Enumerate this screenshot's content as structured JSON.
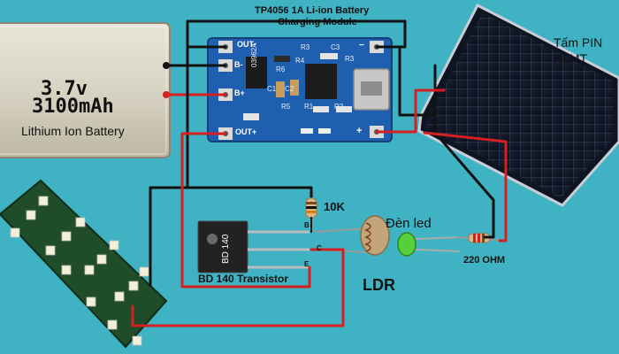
{
  "module_title_line1": "TP4056 1A Li-ion Battery",
  "module_title_line2": "Charging Module",
  "battery": {
    "capacity_line1": "3.7v",
    "capacity_line2": "3100mAh",
    "type_label": "Lithium Ion Battery"
  },
  "module_pins": {
    "out_minus_top": "OUT-",
    "b_minus": "B-",
    "b_plus": "B+",
    "out_plus": "OUT+",
    "minus_right": "−",
    "plus_right": "+"
  },
  "module_silk": {
    "r3_left": "R3",
    "c3": "C3",
    "r3_right": "R3",
    "chip_marking": "03962A",
    "r4": "R4",
    "r6": "R6",
    "c1": "C1",
    "c2": "C2",
    "r5": "R5",
    "r1": "R1",
    "r2": "R2"
  },
  "solar_panel_label_line1": "Tấm PIN",
  "solar_panel_label_line2": "NLMT",
  "resistor_10k_label": "10K",
  "led_label": "Đèn led",
  "led_resistor_label": "220 OHM",
  "ldr_label": "LDR",
  "transistor": {
    "body_marking": "BD 140",
    "caption": "BD 140 Transistor",
    "pin_b": "B",
    "pin_c": "C",
    "pin_e": "E"
  },
  "colors": {
    "background": "#3fb3c3",
    "module_pcb": "#1f5fb0",
    "wire_black": "#111111",
    "wire_red": "#d42020",
    "led_pcb": "#1f4d2a",
    "led_green": "#55d03a",
    "solar_cell": "#121826"
  }
}
